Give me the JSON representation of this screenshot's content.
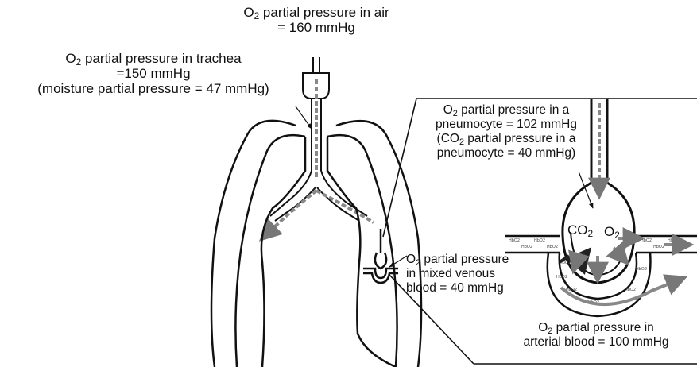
{
  "air": {
    "pre": "O",
    "sub": "2",
    "post": " partial pressure in air",
    "line2": "= 160 mmHg"
  },
  "trachea": {
    "pre": "O",
    "sub": "2",
    "post": " partial pressure in trachea",
    "line2": "=150 mmHg",
    "line3": "(moisture partial pressure = 47 mmHg)"
  },
  "pneumocyte": {
    "pre": "O",
    "sub": "2",
    "post": " partial pressure in a",
    "line2": "pneumocyte = 102 mmHg",
    "line3_pre": "(CO",
    "line3_sub": "2",
    "line3_post": " partial pressure in a",
    "line4": "pneumocyte = 40 mmHg)"
  },
  "venous": {
    "pre": "O",
    "sub": "2",
    "post": " partial pressure",
    "line2": "in mixed venous",
    "line3": "blood = 40 mmHg"
  },
  "arterial": {
    "pre": "O",
    "sub": "2",
    "post": " partial pressure in",
    "line2": "arterial blood = 100 mmHg"
  },
  "gas_co2": {
    "pre": "CO",
    "sub": "2"
  },
  "gas_o2": {
    "pre": "O",
    "sub": "2"
  },
  "rbc_label": "HbO2"
}
